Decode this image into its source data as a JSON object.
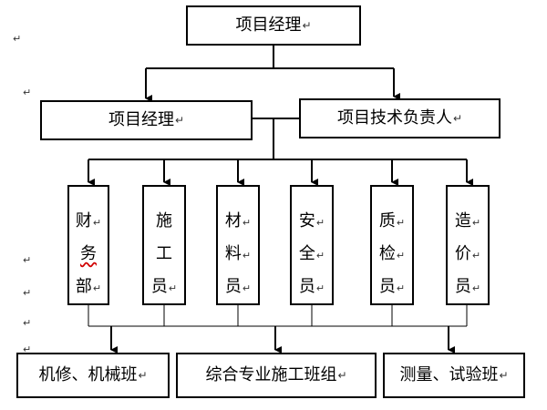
{
  "mark": "↵",
  "top": {
    "label": "项目经理"
  },
  "second": [
    {
      "label": "项目经理"
    },
    {
      "label": "项目技术负责人"
    }
  ],
  "departments": [
    {
      "chars": [
        "财",
        "务",
        "部"
      ]
    },
    {
      "chars": [
        "施",
        "工",
        "员"
      ]
    },
    {
      "chars": [
        "材",
        "料",
        "员"
      ]
    },
    {
      "chars": [
        "安",
        "全",
        "员"
      ]
    },
    {
      "chars": [
        "质",
        "检",
        "员"
      ]
    },
    {
      "chars": [
        "造",
        "价",
        "员"
      ]
    }
  ],
  "teams": [
    {
      "label": "机修、机械班"
    },
    {
      "label": "综合专业施工班组"
    },
    {
      "label": "测量、试验班"
    }
  ],
  "colors": {
    "line": "#000000",
    "squiggle": "#d00000"
  }
}
